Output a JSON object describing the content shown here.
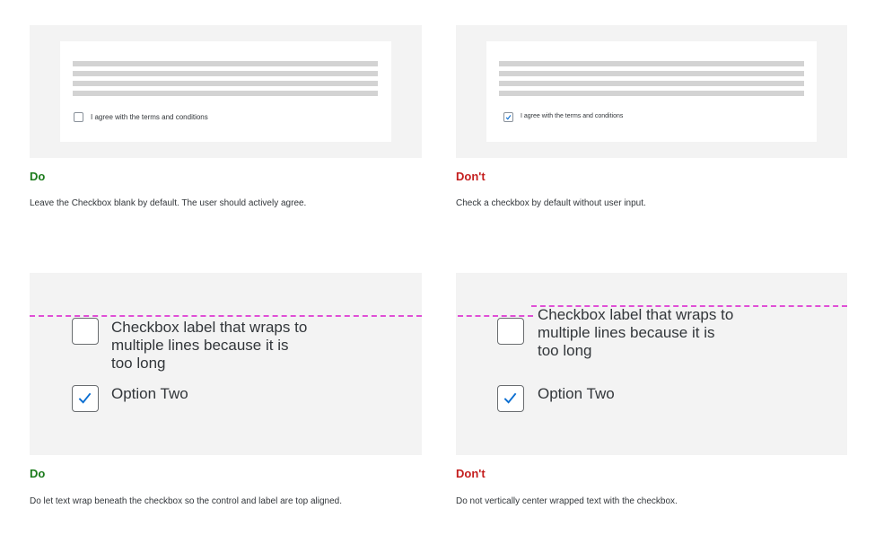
{
  "colors": {
    "do": "#1a7a1a",
    "dont": "#c41e1e",
    "guide_line": "#e04fd6",
    "check": "#0a6ed1",
    "panel_bg": "#f3f3f3"
  },
  "top_left": {
    "checkbox_label": "I agree with the terms and conditions",
    "checked": false,
    "verdict": "Do",
    "description": "Leave the Checkbox blank by default. The user should actively agree."
  },
  "top_right": {
    "checkbox_label": "I agree with the terms and conditions",
    "checked": true,
    "verdict": "Don't",
    "description": "Check a checkbox by default without user input."
  },
  "bottom_left": {
    "option_one": {
      "line1": "Checkbox label that wraps to",
      "line2": "multiple lines because it is",
      "line3": "too long",
      "checked": false
    },
    "option_two": {
      "label": "Option Two",
      "checked": true
    },
    "verdict": "Do",
    "description": "Do let text wrap beneath the checkbox so the control and label are top aligned."
  },
  "bottom_right": {
    "option_one": {
      "line1": "Checkbox label that wraps to",
      "line2": "multiple lines because it is",
      "line3": "too long",
      "checked": false
    },
    "option_two": {
      "label": "Option Two",
      "checked": true
    },
    "verdict": "Don't",
    "description": "Do not vertically center wrapped text with the checkbox."
  }
}
